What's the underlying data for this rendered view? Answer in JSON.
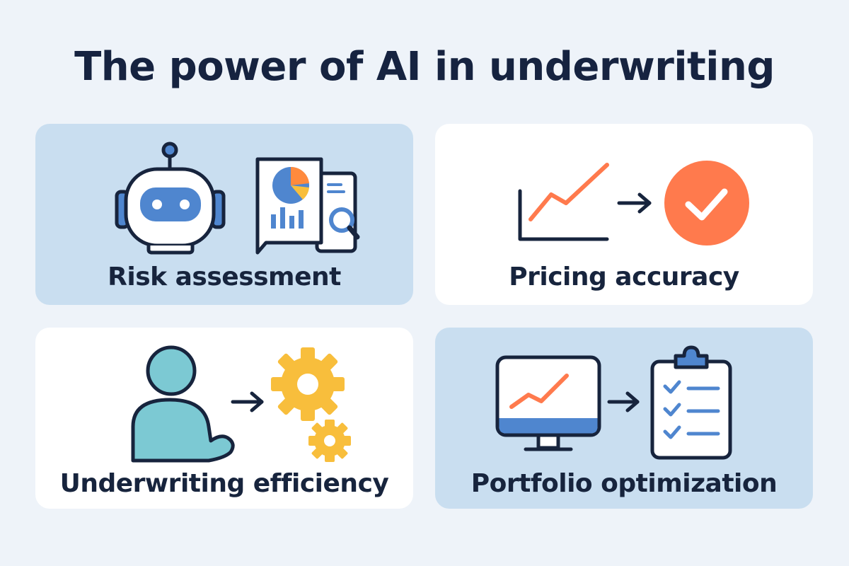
{
  "title": "The power of AI in underwriting",
  "cards": [
    {
      "label": "Risk assessment",
      "icons": [
        "robot-icon",
        "report-chart-icon",
        "magnifier-icon"
      ]
    },
    {
      "label": "Pricing accuracy",
      "icons": [
        "trend-chart-icon",
        "arrow-right-icon",
        "checkmark-circle-icon"
      ]
    },
    {
      "label": "Underwriting efficiency",
      "icons": [
        "person-icon",
        "arrow-right-icon",
        "gears-icon"
      ]
    },
    {
      "label": "Portfolio optimization",
      "icons": [
        "monitor-chart-icon",
        "arrow-right-icon",
        "checklist-clipboard-icon"
      ]
    }
  ],
  "colors": {
    "background": "#eef3f9",
    "card_blue": "#c9def0",
    "card_white": "#ffffff",
    "ink": "#17243d",
    "accent_blue": "#4f86cf",
    "accent_orange": "#ff7a4d",
    "accent_yellow": "#f8be3c",
    "accent_teal": "#7cc9d3"
  }
}
